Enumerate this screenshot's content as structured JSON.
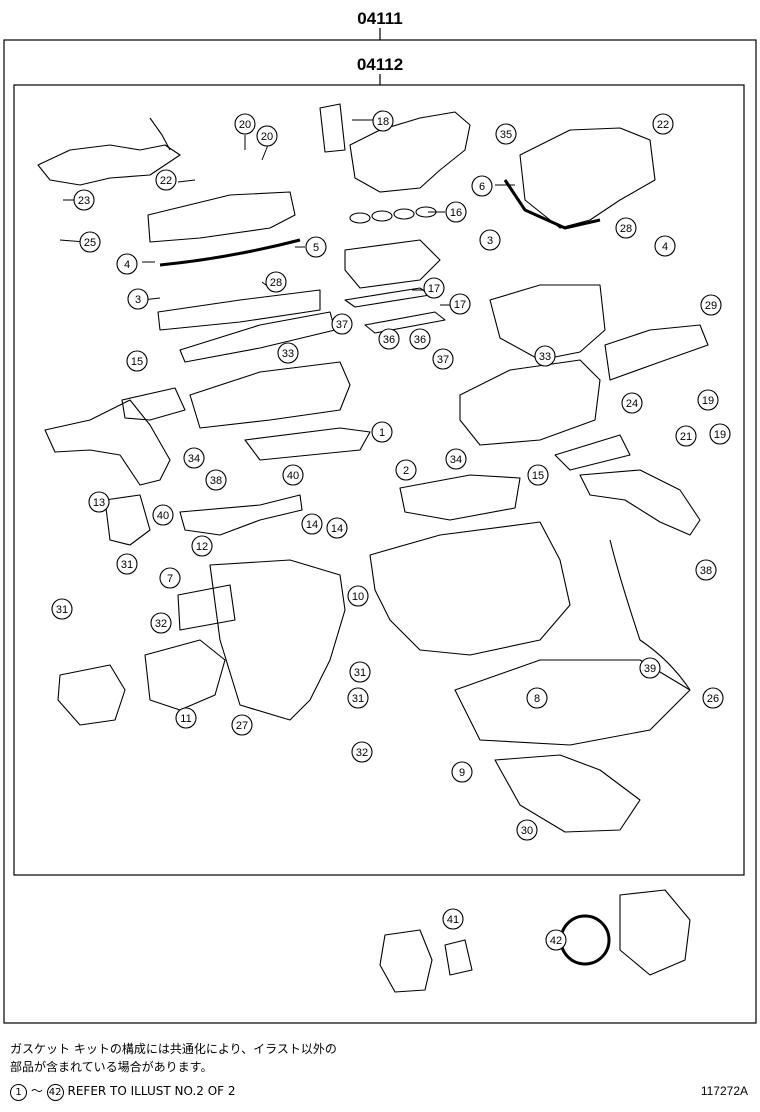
{
  "header": {
    "outer_code": "04111",
    "inner_code": "04112"
  },
  "callouts": [
    "1",
    "2",
    "3",
    "4",
    "5",
    "6",
    "7",
    "8",
    "9",
    "10",
    "11",
    "12",
    "13",
    "14",
    "15",
    "16",
    "17",
    "18",
    "19",
    "20",
    "21",
    "22",
    "23",
    "24",
    "25",
    "26",
    "27",
    "28",
    "29",
    "30",
    "31",
    "32",
    "33",
    "34",
    "35",
    "36",
    "37",
    "38",
    "39",
    "40",
    "41",
    "42"
  ],
  "notes": {
    "line1": "ガスケット キットの構成には共通化により、イラスト以外の",
    "line2": "部品が含まれている場合があります。",
    "ref_from": "1",
    "ref_sep": "～",
    "ref_to": "42",
    "ref_text": "REFER TO ILLUST NO.2 OF 2",
    "illustration_no": "117272A"
  }
}
